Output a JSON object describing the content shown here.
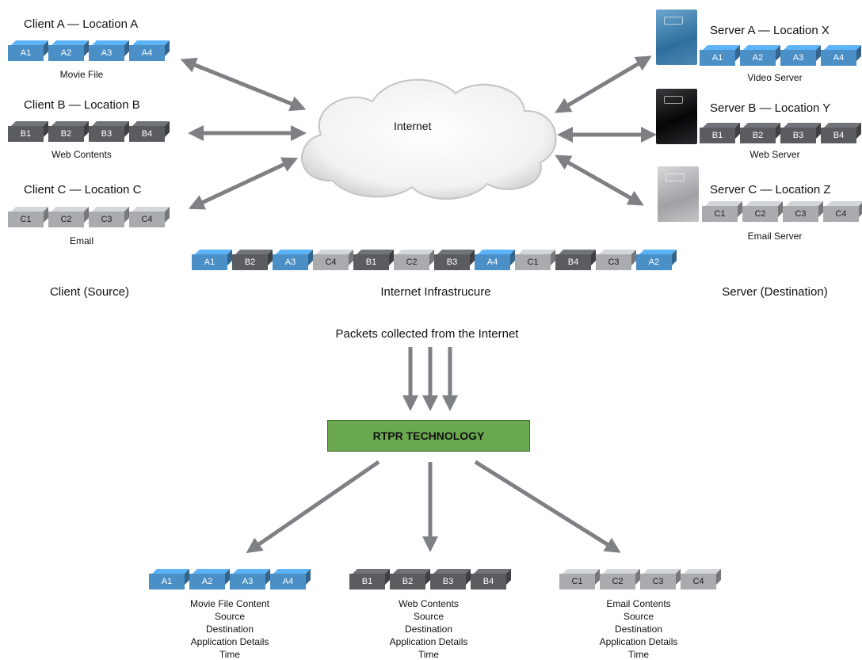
{
  "clients": [
    {
      "title": "Client A — Location A",
      "caption": "Movie File",
      "color": "blue",
      "packets": [
        "A1",
        "A2",
        "A3",
        "A4"
      ]
    },
    {
      "title": "Client B — Location B",
      "caption": "Web Contents",
      "color": "dark",
      "packets": [
        "B1",
        "B2",
        "B3",
        "B4"
      ]
    },
    {
      "title": "Client C — Location C",
      "caption": "Email",
      "color": "light",
      "packets": [
        "C1",
        "C2",
        "C3",
        "C4"
      ]
    }
  ],
  "servers": [
    {
      "title": "Server A — Location X",
      "caption": "Video Server",
      "color": "blue",
      "packets": [
        "A1",
        "A2",
        "A3",
        "A4"
      ]
    },
    {
      "title": "Server B — Location Y",
      "caption": "Web Server",
      "color": "dark",
      "packets": [
        "B1",
        "B2",
        "B3",
        "B4"
      ]
    },
    {
      "title": "Server C — Location Z",
      "caption": "Email Server",
      "color": "light",
      "packets": [
        "C1",
        "C2",
        "C3",
        "C4"
      ]
    }
  ],
  "cloud_label": "Internet",
  "mixed_stream": [
    {
      "id": "A1",
      "color": "blue"
    },
    {
      "id": "B2",
      "color": "dark"
    },
    {
      "id": "A3",
      "color": "blue"
    },
    {
      "id": "C4",
      "color": "light"
    },
    {
      "id": "B1",
      "color": "dark"
    },
    {
      "id": "C2",
      "color": "light"
    },
    {
      "id": "B3",
      "color": "dark"
    },
    {
      "id": "A4",
      "color": "blue"
    },
    {
      "id": "C1",
      "color": "light"
    },
    {
      "id": "B4",
      "color": "dark"
    },
    {
      "id": "C3",
      "color": "light"
    },
    {
      "id": "A2",
      "color": "blue"
    }
  ],
  "section_labels": {
    "client": "Client (Source)",
    "infrastructure": "Internet Infrastrucure",
    "server": "Server (Destination)"
  },
  "collected_label": "Packets collected from the Internet",
  "rtpr_label": "RTPR TECHNOLOGY",
  "outputs": [
    {
      "color": "blue",
      "packets": [
        "A1",
        "A2",
        "A3",
        "A4"
      ],
      "lines": [
        "Movie File Content",
        "Source",
        "Destination",
        "Application Details",
        "Time"
      ]
    },
    {
      "color": "dark",
      "packets": [
        "B1",
        "B2",
        "B3",
        "B4"
      ],
      "lines": [
        "Web Contents",
        "Source",
        "Destination",
        "Application Details",
        "Time"
      ]
    },
    {
      "color": "light",
      "packets": [
        "C1",
        "C2",
        "C3",
        "C4"
      ],
      "lines": [
        "Email Contents",
        "Source",
        "Destination",
        "Application Details",
        "Time"
      ]
    }
  ],
  "colors": {
    "blue": "#4a8fc6",
    "dark": "#5a5c60",
    "light": "#a9abaf",
    "rtpr": "#6aa84f",
    "arrow": "#7f8083"
  }
}
